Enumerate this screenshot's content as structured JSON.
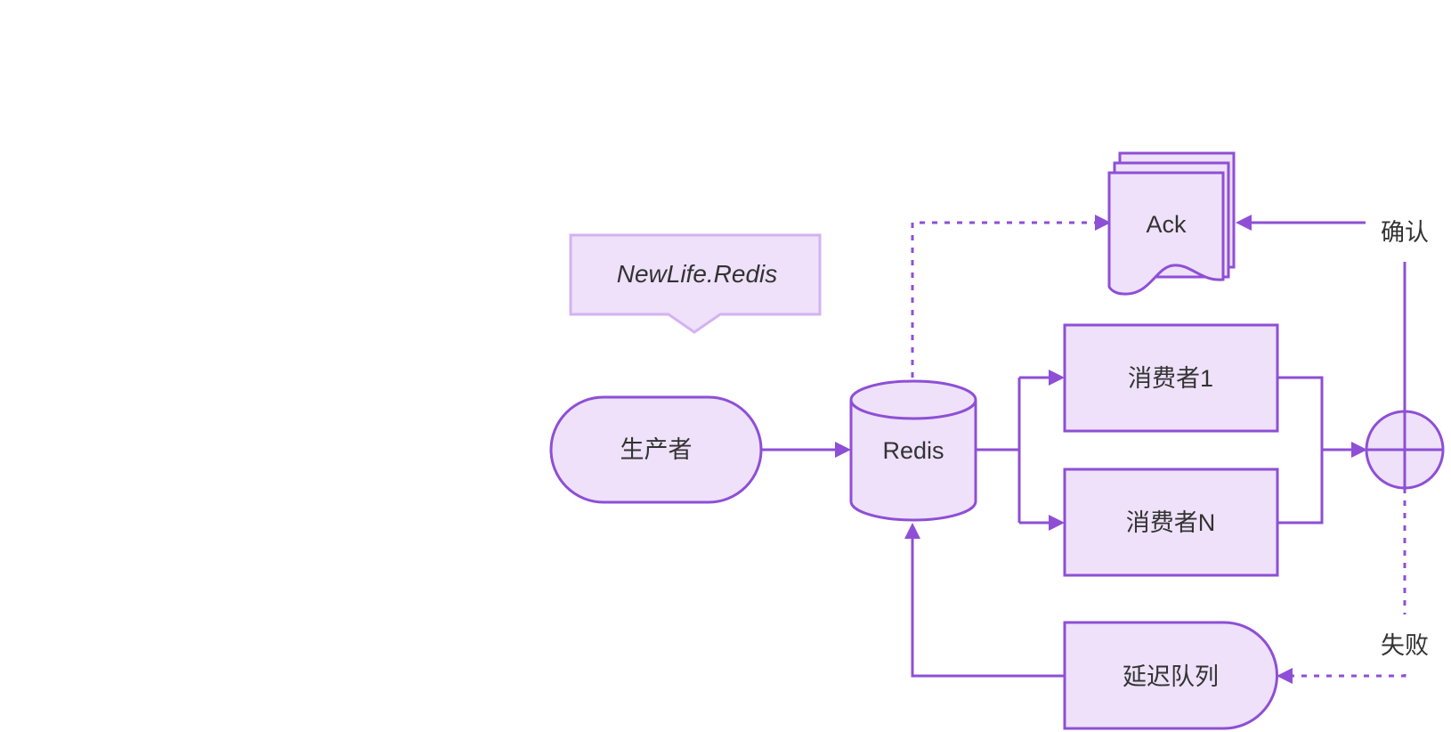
{
  "diagram": {
    "nodes": {
      "callout": "NewLife.Redis",
      "producer": "生产者",
      "redis": "Redis",
      "ack": "Ack",
      "consumer1": "消费者1",
      "consumerN": "消费者N",
      "delay_queue": "延迟队列"
    },
    "edge_labels": {
      "confirm": "确认",
      "fail": "失败"
    }
  },
  "colors": {
    "stroke": "#8E4FD6",
    "fill": "#EEE1F9",
    "callout_stroke": "#D4B2F2",
    "text": "#333333"
  }
}
